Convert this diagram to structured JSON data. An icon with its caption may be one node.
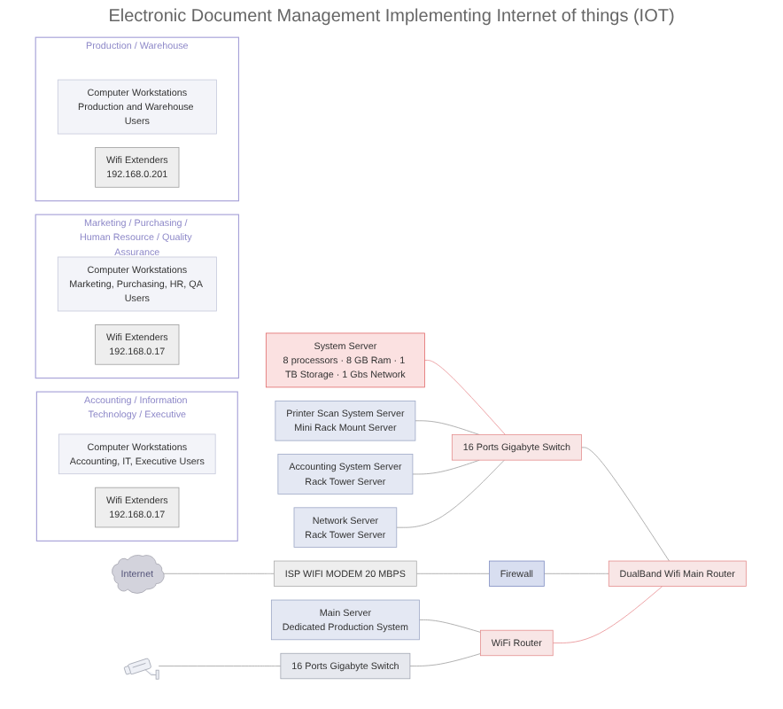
{
  "diagram": {
    "title": "Electronic Document Management Implementing Internet of things (IOT)",
    "nodes": [
      {
        "text": [
          "Accounting / Information Technology / Executive"
        ]
      },
      {
        "text": [
          "Computer Workstations",
          "Accounting, IT, Executive Users"
        ],
        "in": 0
      },
      {
        "text": [
          "Wifi Extenders",
          "192.168.0.17"
        ],
        "in": 0
      },
      {
        "text": [
          "Marketing / Purchasing / Human Resource / Quality Assurance"
        ]
      },
      {
        "text": [
          "Computer Workstations",
          "Marketing, Purchasing, HR, QA Users"
        ],
        "in": 3
      },
      {
        "text": [
          "Wifi Extenders",
          "192.168.0.17"
        ],
        "in": 3
      },
      {
        "text": [
          "Production / Warehouse"
        ]
      },
      {
        "text": [
          "Computer Workstations",
          "Production and Warehouse Users"
        ],
        "in": 6
      },
      {
        "text": [
          "Wifi Extenders",
          "192.168.0.201"
        ],
        "in": 6
      },
      {
        "text": [
          "Internet"
        ]
      },
      {
        "text": [
          "System Server",
          "8 processors · 8 GB Ram · 1 TB Storage · 1 Gbs Network"
        ]
      },
      {
        "text": [
          "Printer Scan System Server",
          "Mini Rack Mount Server"
        ]
      },
      {
        "text": [
          "Accounting System Server",
          "Rack Tower Server"
        ]
      },
      {
        "text": [
          "Network Server",
          "Rack Tower Server"
        ]
      },
      {
        "text": [
          "16 Ports Gigabyte Switch"
        ]
      },
      {
        "text": [
          "DualBand Wifi Main Router"
        ]
      },
      {
        "text": [
          "Firewall"
        ]
      },
      {
        "text": [
          "ISP WIFI MODEM 20 MBPS"
        ]
      },
      {
        "text": [
          "WiFi Router"
        ]
      },
      {
        "text": [
          "Main Server",
          "Dedicated Production System"
        ]
      },
      {
        "text": [
          "16 Ports Gigabyte Switch"
        ]
      },
      {
        "text": [],
        "shape": "picture"
      }
    ],
    "edges": [
      {
        "from": 10,
        "to": 14,
        "arrow": "none",
        "color": "#e8898c"
      },
      {
        "from": 11,
        "to": 14,
        "arrow": "none"
      },
      {
        "from": 12,
        "to": 14,
        "arrow": "none"
      },
      {
        "from": 13,
        "to": 14,
        "arrow": "none"
      },
      {
        "from": 14,
        "to": 15,
        "arrow": "none"
      },
      {
        "from": 16,
        "to": 15,
        "arrow": "none"
      },
      {
        "from": 17,
        "to": 16,
        "arrow": "none"
      },
      {
        "from": 9,
        "to": 17,
        "arrow": "none"
      },
      {
        "from": 18,
        "to": 15,
        "arrow": "none",
        "color": "#e8898c"
      },
      {
        "from": 19,
        "to": 18,
        "arrow": "none"
      },
      {
        "from": 20,
        "to": 18,
        "arrow": "none"
      },
      {
        "from": 21,
        "to": 20,
        "arrow": "none"
      }
    ]
  }
}
